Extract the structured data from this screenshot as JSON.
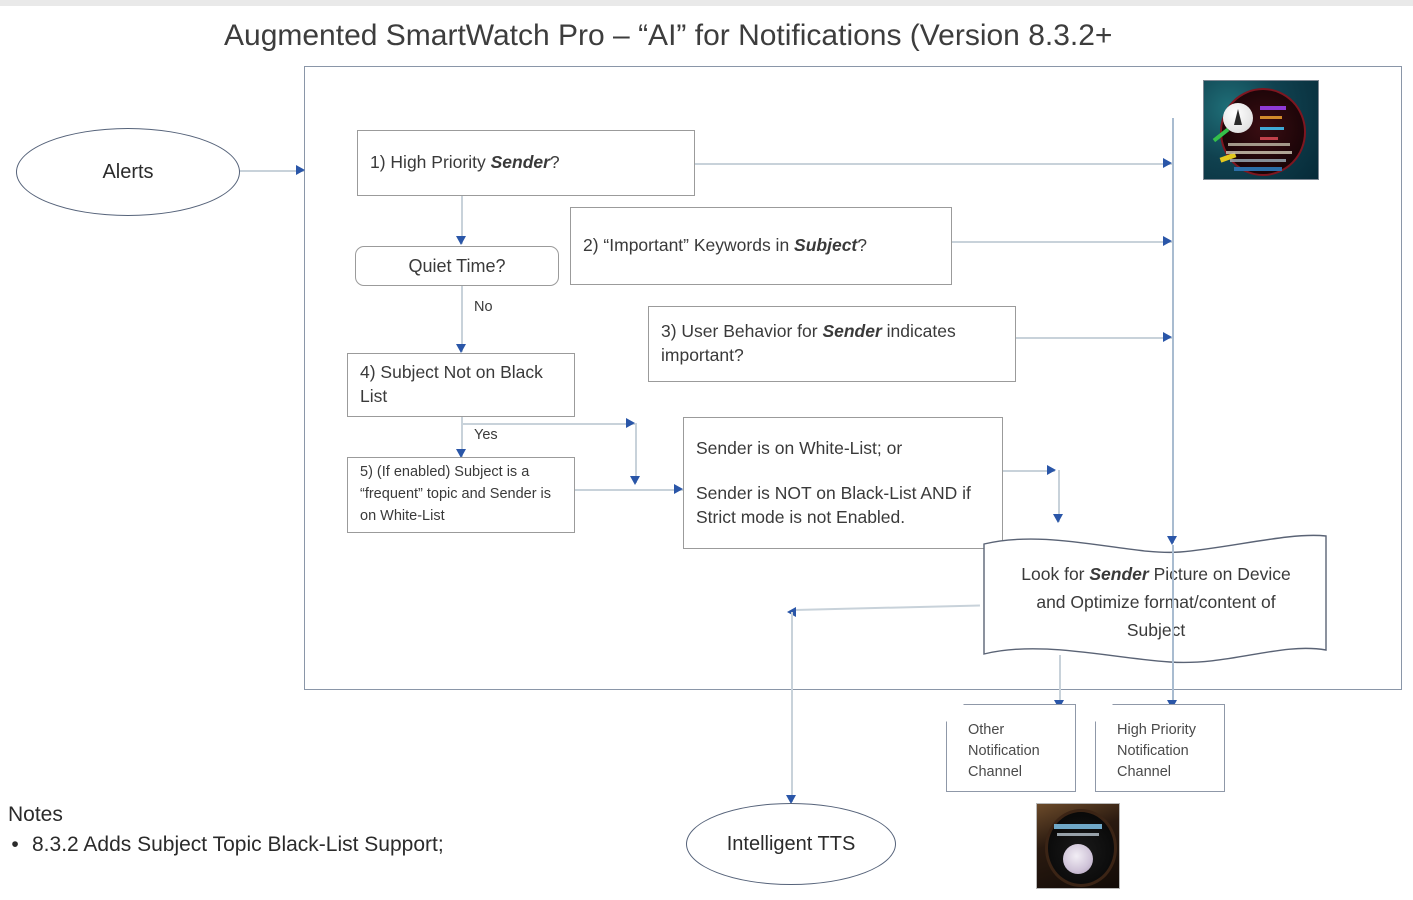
{
  "slide": {
    "title": "Augmented SmartWatch Pro – “AI” for Notifications (Version 8.3.2+"
  },
  "nodes": {
    "alerts": "Alerts",
    "step1_prefix": "1) High Priority ",
    "step1_em": "Sender",
    "step1_suffix": "?",
    "quiet_time": "Quiet Time?",
    "step2_line1": "2) “Important” Keywords in ",
    "step2_em": "Subject",
    "step2_suffix": "?",
    "step3_prefix": "3) User Behavior for ",
    "step3_em": "Sender",
    "step3_suffix": " indicates important?",
    "step4": "4) Subject Not on Black List",
    "step5": "5) (If enabled) Subject is a “frequent” topic and Sender is on White-List",
    "whitelist_line1": "Sender is on White-List; or",
    "whitelist_line2": "Sender is NOT on Black-List AND if Strict mode is not Enabled.",
    "wave_prefix": "Look for ",
    "wave_em": "Sender",
    "wave_suffix": " Picture on Device and Optimize format/content of Subject",
    "other_channel": "Other Notification Channel",
    "high_priority_channel": "High Priority Notification Channel",
    "intelligent_tts": "Intelligent TTS"
  },
  "edges": {
    "no_label": "No",
    "yes_label": "Yes"
  },
  "images": {
    "watch_top": "smartwatch-face-teal-image",
    "watch_bottom": "smartwatch-face-dark-image"
  },
  "notes": {
    "heading": "Notes",
    "bullet_marker": "•",
    "items": [
      "8.3.2 Adds Subject Topic Black-List Support;"
    ]
  },
  "colors": {
    "box_border": "#9b9b9b",
    "container_border": "#8a96a8",
    "connector": "#c8d2da",
    "arrowhead": "#2a56a8",
    "text": "#3a3a3a"
  }
}
